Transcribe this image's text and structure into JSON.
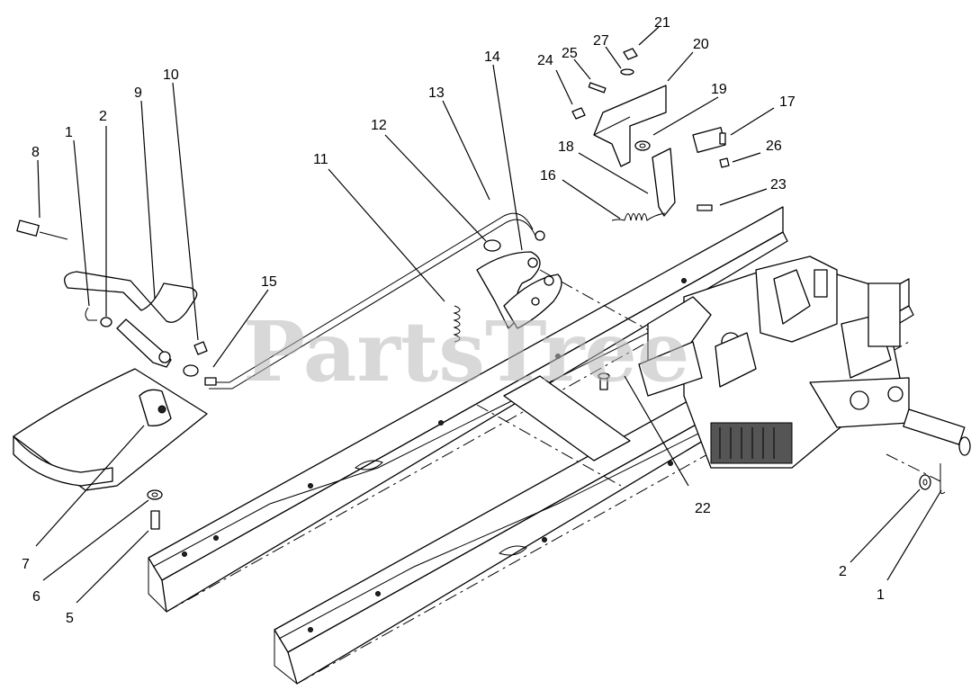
{
  "watermark": "PartsTree",
  "callouts": [
    {
      "id": "c1a",
      "label": "1"
    },
    {
      "id": "c2a",
      "label": "2"
    },
    {
      "id": "c8",
      "label": "8"
    },
    {
      "id": "c9",
      "label": "9"
    },
    {
      "id": "c10",
      "label": "10"
    },
    {
      "id": "c11",
      "label": "11"
    },
    {
      "id": "c12",
      "label": "12"
    },
    {
      "id": "c13",
      "label": "13"
    },
    {
      "id": "c14",
      "label": "14"
    },
    {
      "id": "c15",
      "label": "15"
    },
    {
      "id": "c16",
      "label": "16"
    },
    {
      "id": "c17",
      "label": "17"
    },
    {
      "id": "c18",
      "label": "18"
    },
    {
      "id": "c19",
      "label": "19"
    },
    {
      "id": "c20",
      "label": "20"
    },
    {
      "id": "c21",
      "label": "21"
    },
    {
      "id": "c22",
      "label": "22"
    },
    {
      "id": "c23",
      "label": "23"
    },
    {
      "id": "c24",
      "label": "24"
    },
    {
      "id": "c25",
      "label": "25"
    },
    {
      "id": "c26",
      "label": "26"
    },
    {
      "id": "c27",
      "label": "27"
    },
    {
      "id": "c7",
      "label": "7"
    },
    {
      "id": "c6",
      "label": "6"
    },
    {
      "id": "c5",
      "label": "5"
    },
    {
      "id": "c2b",
      "label": "2"
    },
    {
      "id": "c1b",
      "label": "1"
    }
  ]
}
